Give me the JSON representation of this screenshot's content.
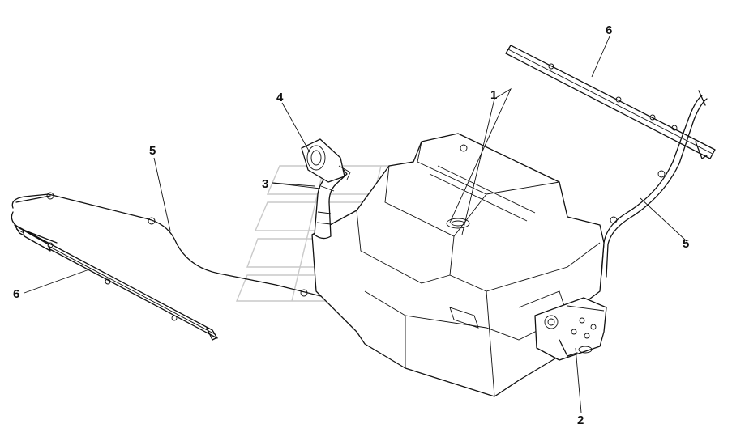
{
  "callouts": [
    {
      "id": "c1",
      "text": "1"
    },
    {
      "id": "c2",
      "text": "2"
    },
    {
      "id": "c3",
      "text": "3"
    },
    {
      "id": "c4",
      "text": "4"
    },
    {
      "id": "c5a",
      "text": "5"
    },
    {
      "id": "c5b",
      "text": "5"
    },
    {
      "id": "c6a",
      "text": "6"
    },
    {
      "id": "c6b",
      "text": "6"
    }
  ]
}
